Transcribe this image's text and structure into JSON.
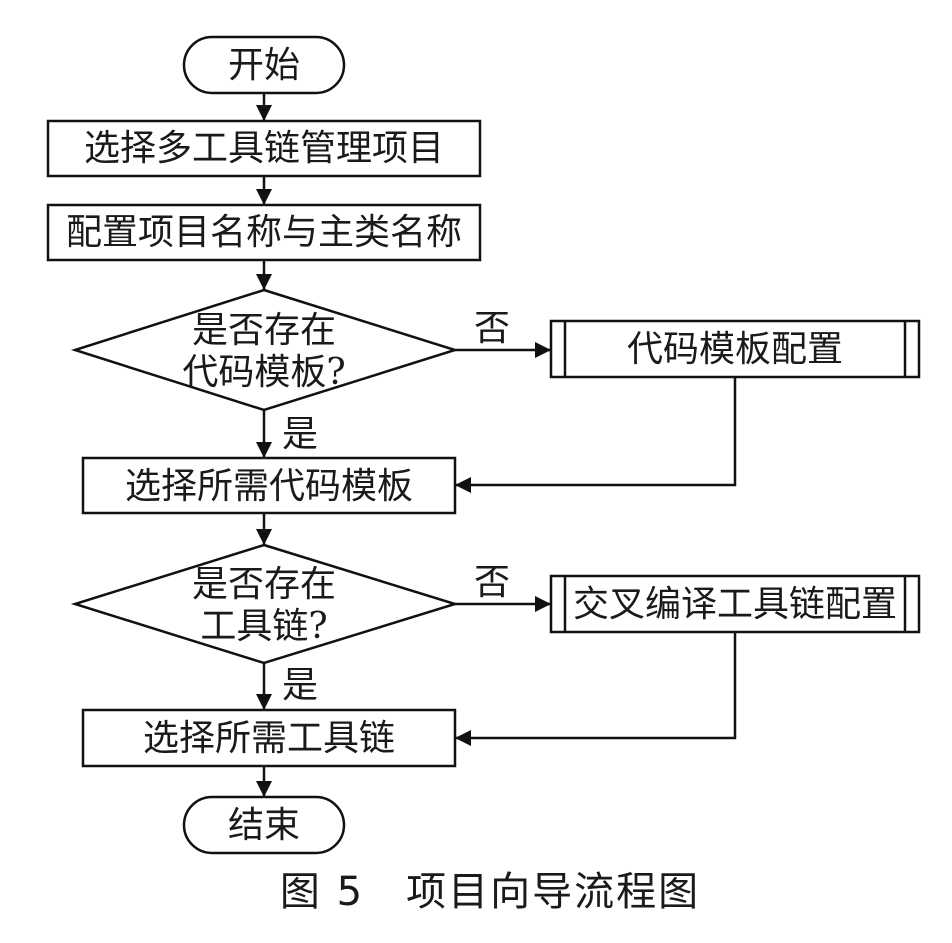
{
  "nodes": {
    "start": "开始",
    "select_project": "选择多工具链管理项目",
    "config_name": "配置项目名称与主类名称",
    "decision_template_line1": "是否存在",
    "decision_template_line2": "代码模板?",
    "template_config": "代码模板配置",
    "select_template": "选择所需代码模板",
    "decision_toolchain_line1": "是否存在",
    "decision_toolchain_line2": "工具链?",
    "toolchain_config": "交叉编译工具链配置",
    "select_toolchain": "选择所需工具链",
    "end": "结束"
  },
  "edge_labels": {
    "template_no": "否",
    "template_yes": "是",
    "toolchain_no": "否",
    "toolchain_yes": "是"
  },
  "caption": "图 5　项目向导流程图"
}
